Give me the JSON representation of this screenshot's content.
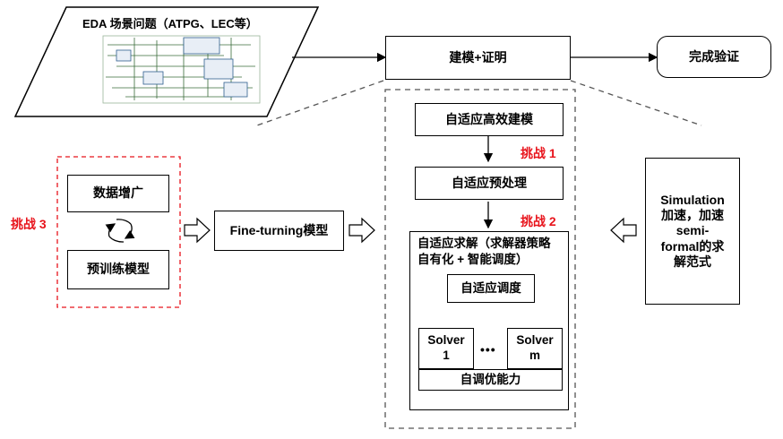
{
  "input": {
    "title": "EDA 场景问题（ATPG、LEC等）"
  },
  "main_step": {
    "label": "建模+证明"
  },
  "result": {
    "label": "完成验证"
  },
  "pipeline": {
    "step1": "自适应高效建模",
    "challenge1": "挑战 1",
    "step2": "自适应预处理",
    "challenge2": "挑战 2",
    "solve_title_line1": "自适应求解（求解器策略",
    "solve_title_line2": "自有化 + 智能调度）",
    "scheduler": "自适应调度",
    "solver1_line1": "Solver",
    "solver1_line2": "1",
    "ellipsis": "•••",
    "solverm_line1": "Solver",
    "solverm_line2": "m",
    "tuning": "自调优能力"
  },
  "left_group": {
    "challenge3": "挑战 3",
    "data_aug": "数据增广",
    "pretrain": "预训练模型"
  },
  "finetune": {
    "label": "Fine-turning模型"
  },
  "right_box": {
    "line1": "Simulation",
    "line2": "加速，加速",
    "line3": "semi-",
    "line4": "formal的求",
    "line5": "解范式"
  },
  "colors": {
    "challenge": "#e8141c",
    "stroke": "#000000",
    "dashed": "#555555"
  }
}
